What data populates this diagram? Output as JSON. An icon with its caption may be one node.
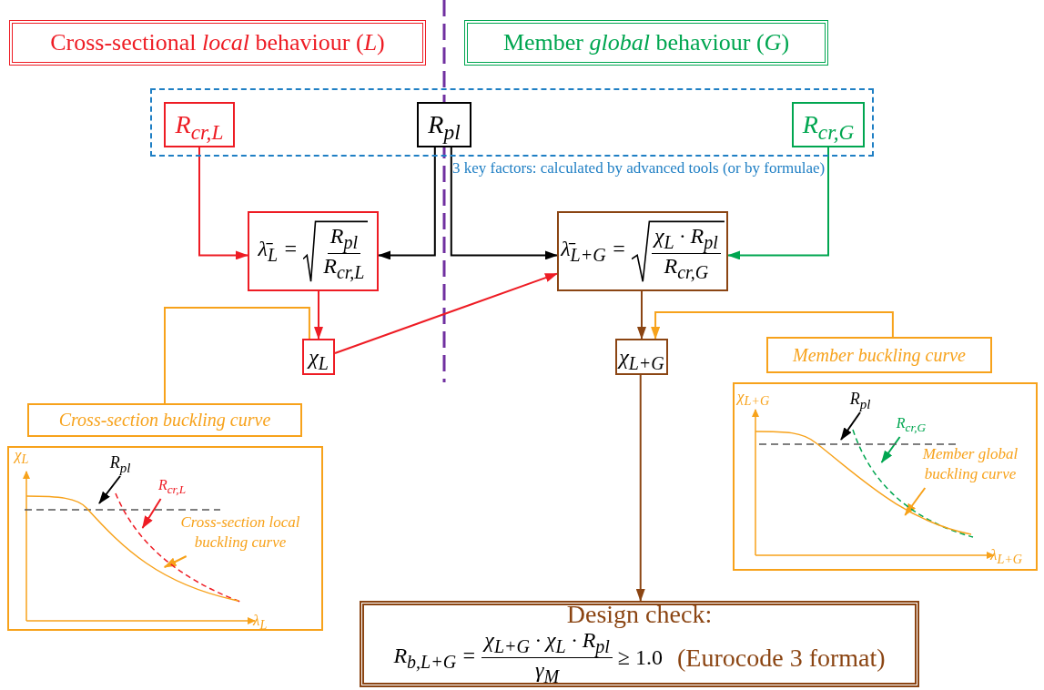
{
  "diagram": {
    "nodes": [
      {
        "text": [
          "Cross-sectional *local* behaviour (*L*)"
        ]
      },
      {
        "text": [
          "Member *global* behaviour (*G*)"
        ]
      },
      {
        "text": [
          "3 key factors: calculated by advanced tools (or by formulae)"
        ]
      },
      {
        "text": [
          "R$_{cr,L}$"
        ],
        "in": 2
      },
      {
        "text": [
          "R$_{pl}$"
        ],
        "in": 2
      },
      {
        "text": [
          "R$_{cr,G}$"
        ],
        "in": 2
      },
      {
        "text": [
          "λ̄$_{L}$ =",
          "R$_{pl}$",
          "R$_{cr,L}$"
        ]
      },
      {
        "text": [
          "λ̄$_{L+G}$ =",
          "χ$_{L}$ · R$_{pl}$",
          "R$_{cr,G}$"
        ]
      },
      {
        "text": [
          "χ$_{L}$"
        ]
      },
      {
        "text": [
          "χ$_{L+G}$"
        ]
      },
      {
        "text": [
          "Cross-section buckling curve"
        ]
      },
      {
        "text": [],
        "shape": "box"
      },
      {
        "text": [
          "R$_{pl}$"
        ],
        "in": 11
      },
      {
        "text": [
          "R$_{cr,L}$"
        ],
        "in": 11
      },
      {
        "text": [
          "Cross-section local buckling curve"
        ],
        "in": 11
      },
      {
        "text": [
          "Member buckling curve"
        ]
      },
      {
        "text": [],
        "shape": "box"
      },
      {
        "text": [
          "R$_{pl}$"
        ],
        "in": 16
      },
      {
        "text": [
          "R$_{cr,G}$"
        ],
        "in": 16
      },
      {
        "text": [
          "Member global buckling curve"
        ],
        "in": 16
      },
      {
        "text": [
          "Design check:",
          "R$_{b,L+G}$ =",
          "χ$_{L+G}$ · χ$_{L}$ · R$_{pl}$",
          "γ$_{M}$",
          "≥ 1.0",
          "(Eurocode 3 format)"
        ]
      }
    ],
    "edges": [
      {
        "from": 3,
        "to": 6,
        "arrow": "to",
        "color": "#ee1c24"
      },
      {
        "from": 4,
        "to": 6,
        "arrow": "to",
        "color": "#000000"
      },
      {
        "from": 4,
        "to": 7,
        "arrow": "to",
        "color": "#000000"
      },
      {
        "from": 5,
        "to": 7,
        "arrow": "to",
        "color": "#00a650"
      },
      {
        "from": 6,
        "to": 8,
        "arrow": "to",
        "color": "#ee1c24"
      },
      {
        "from": 8,
        "to": 7,
        "arrow": "to",
        "color": "#ee1c24"
      },
      {
        "from": 7,
        "to": 9,
        "arrow": "to",
        "color": "#8b4513"
      },
      {
        "from": 9,
        "to": 20,
        "arrow": "to",
        "color": "#8b4513"
      },
      {
        "from": 10,
        "to": 8,
        "arrow": "none",
        "color": "#f7a21b"
      },
      {
        "from": 15,
        "to": 9,
        "arrow": "to",
        "color": "#f7a21b"
      },
      {
        "from": 12,
        "to": null,
        "arrow": "to",
        "color": "#000000"
      },
      {
        "from": 13,
        "to": null,
        "arrow": "to",
        "color": "#ee1c24"
      },
      {
        "from": 14,
        "to": null,
        "arrow": "to",
        "color": "#f7a21b"
      },
      {
        "from": 17,
        "to": null,
        "arrow": "to",
        "color": "#000000"
      },
      {
        "from": 18,
        "to": null,
        "arrow": "to",
        "color": "#00a650"
      },
      {
        "from": 19,
        "to": null,
        "arrow": "to",
        "color": "#f7a21b"
      }
    ],
    "labels": [
      "χ$_{L}$",
      "λ$_{L}$",
      "χ$_{L+G}$",
      "λ$_{L+G}$"
    ]
  }
}
